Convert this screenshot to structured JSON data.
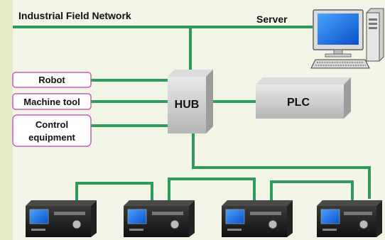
{
  "title": "Industrial Field Network",
  "server_label": "Server",
  "hub_label": "HUB",
  "plc_label": "PLC",
  "devices": {
    "robot": "Robot",
    "machine_tool": "Machine tool",
    "control_equipment_line1": "Control",
    "control_equipment_line2": "equipment"
  },
  "colors": {
    "network_line": "#2f9a5a",
    "device_border": "#c060c0",
    "box_gray": "#c9c9c9",
    "background": "#f2f4e6"
  },
  "icons": [
    "computer-icon",
    "controller-unit-icon"
  ]
}
